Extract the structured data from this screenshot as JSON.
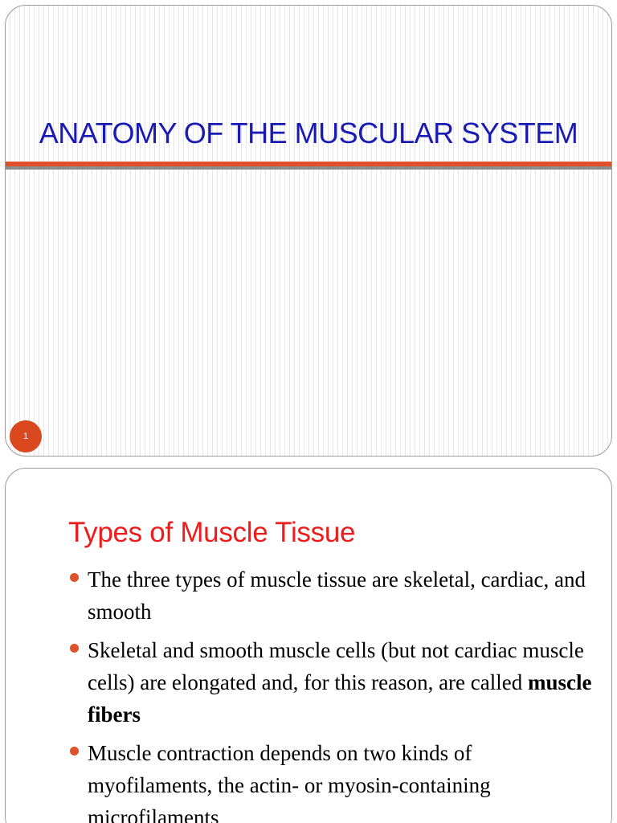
{
  "slide1": {
    "title": "ANATOMY OF THE MUSCULAR SYSTEM",
    "page_number": "1"
  },
  "slide2": {
    "title": "Types of Muscle Tissue",
    "bullets": [
      {
        "text": "The three types of muscle tissue are skeletal, cardiac, and smooth"
      },
      {
        "text_before": "Skeletal and smooth muscle cells (but not cardiac muscle cells) are elongated and, for this reason, are called ",
        "bold": "muscle fibers"
      },
      {
        "text": "Muscle contraction depends on two kinds of myofilaments, the actin- or myosin-containing microfilaments"
      }
    ]
  },
  "colors": {
    "title1": "#1a1ab5",
    "title2": "#ee1c1c",
    "accent": "#e0502a",
    "rule_gray": "#8c8c8c"
  }
}
